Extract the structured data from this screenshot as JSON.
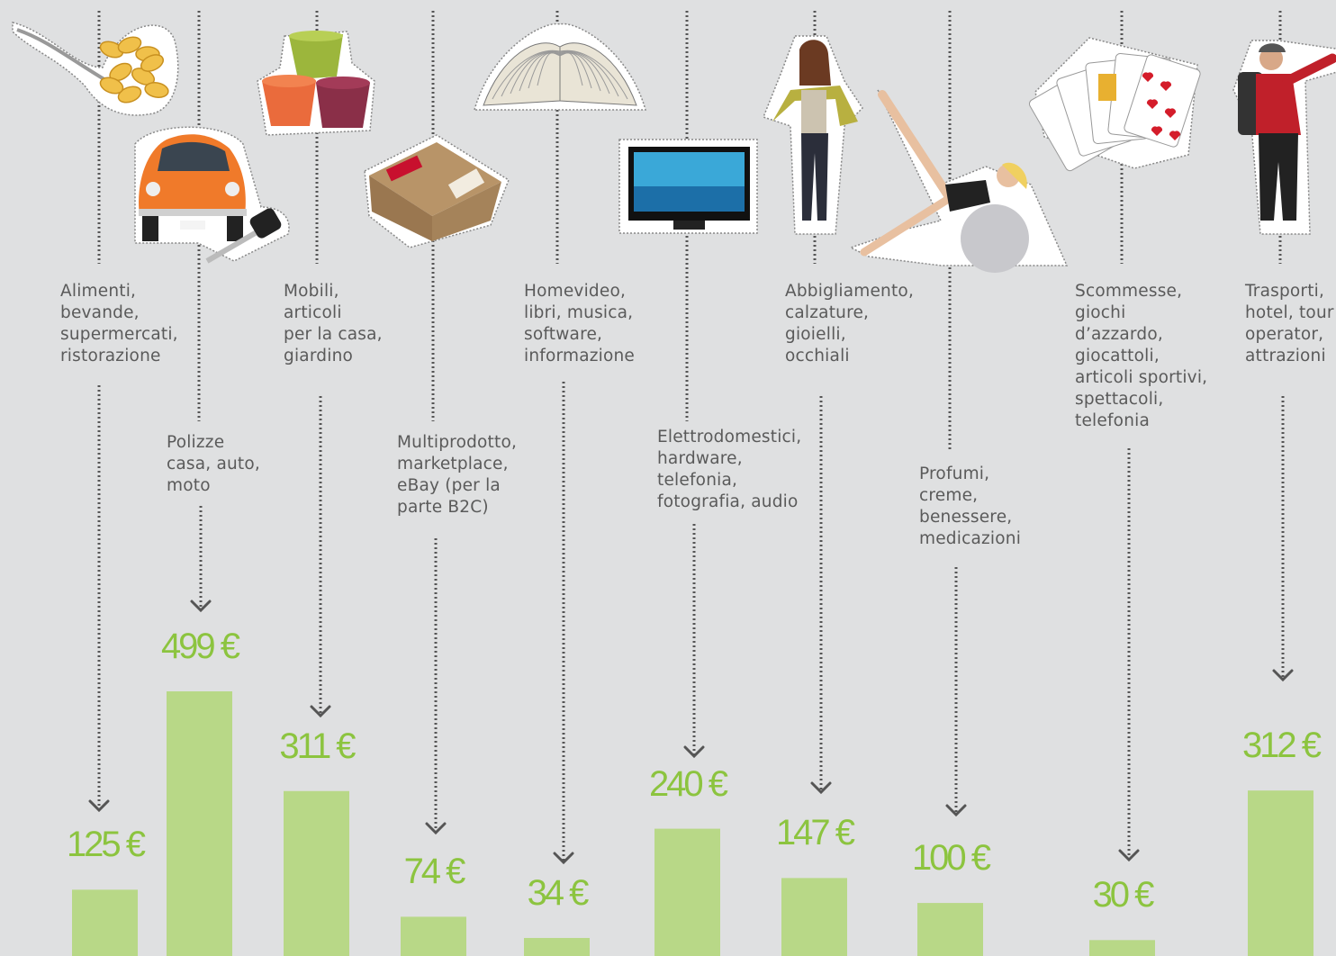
{
  "chart_data": {
    "type": "bar",
    "unit": "€",
    "bar_color": "#b8d887",
    "value_color": "#8cc43f",
    "categories": [
      "Alimenti,\nbevande,\nsupermercati,\nristorazione",
      "Polizze\ncasa, auto,\nmoto",
      "Mobili,\narticoli\nper la casa,\ngiardino",
      "Multiprodotto,\nmarketplace,\neBay (per la\nparte B2C)",
      "Homevideo,\nlibri, musica,\nsoftware,\ninformazione",
      "Elettrodomestici,\nhardware,\ntelefonia,\nfotografia, audio",
      "Abbigliamento,\ncalzature,\ngioielli,\nocchiali",
      "Profumi,\ncreme,\nbenessere,\nmedicazioni",
      "Scommesse,\ngiochi\nd’azzardo,\ngiocattoli,\narticoli sportivi,\nspettacoli,\ntelefonia",
      "Trasporti,\nhotel, tour\noperator,\nattrazioni"
    ],
    "values": [
      125,
      499,
      311,
      74,
      34,
      240,
      147,
      100,
      30,
      312
    ],
    "value_labels": [
      "125 €",
      "499 €",
      "311 €",
      "74 €",
      "34 €",
      "240 €",
      "147 €",
      "100 €",
      "30 €",
      "312 €"
    ],
    "icons": [
      "pasta-fork-icon",
      "car-key-icon",
      "flower-pots-icon",
      "mail-parcel-icon",
      "open-book-icon",
      "tv-icon",
      "fashion-woman-icon",
      "fitness-ball-icon",
      "playing-cards-icon",
      "hiker-icon"
    ]
  }
}
